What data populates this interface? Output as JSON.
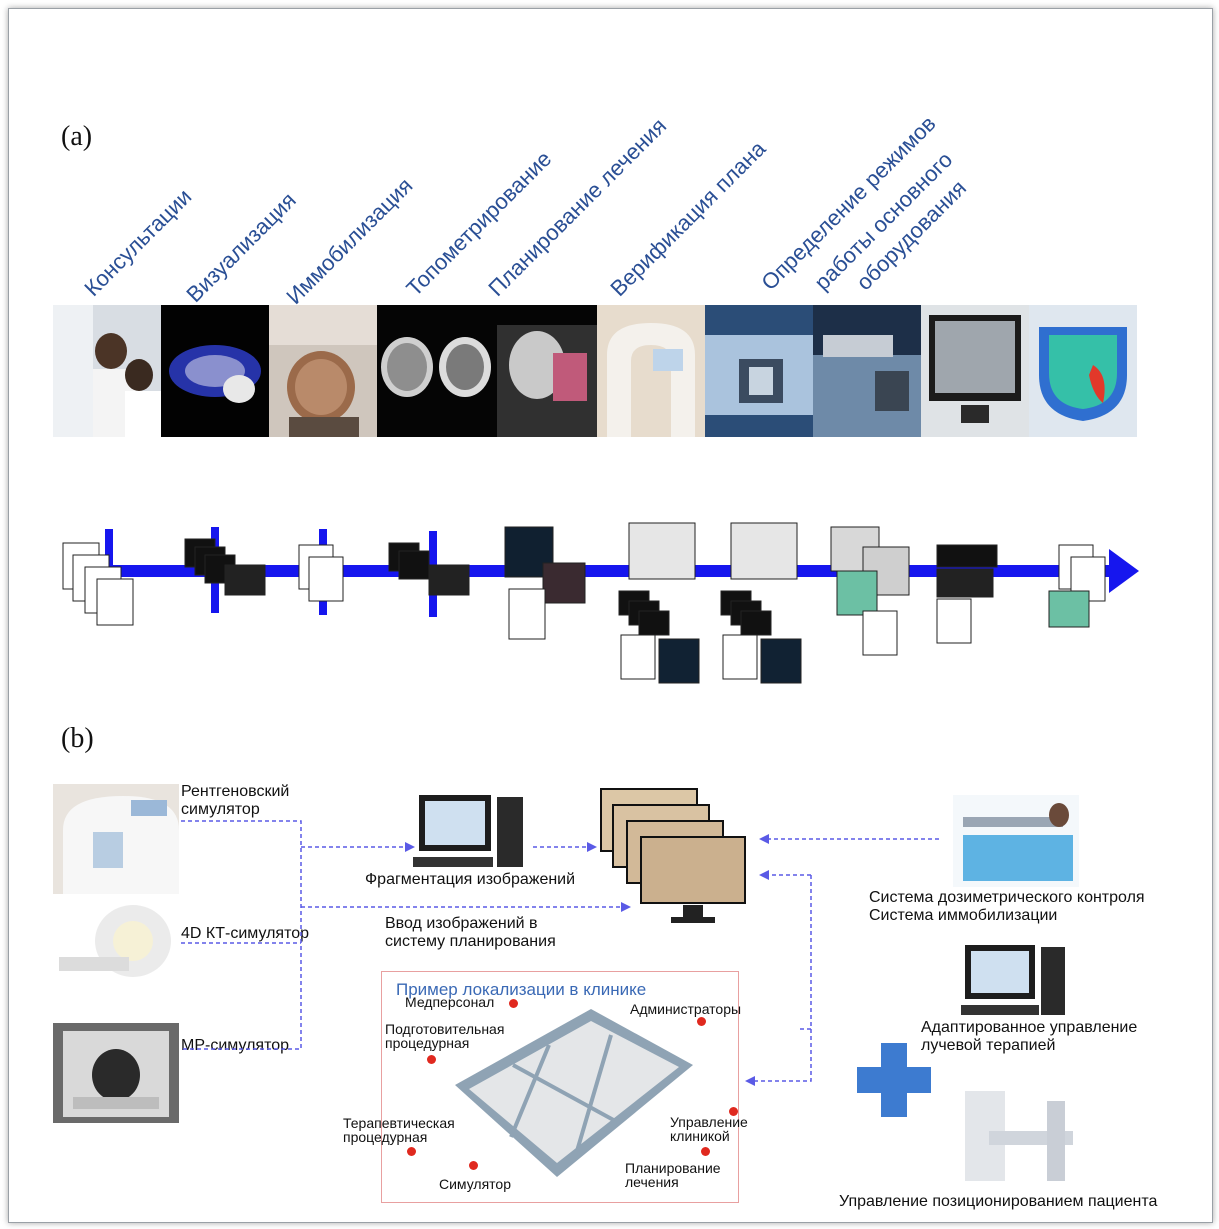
{
  "panel_a": {
    "label": "(a)",
    "stages": [
      "Консультации",
      "Визуализация",
      "Иммобилизация",
      "Топометрирование",
      "Планирование лечения",
      "Верификация плана",
      "Определение режимов",
      "работы основного",
      "оборудования"
    ]
  },
  "panel_b": {
    "label": "(b)",
    "sources": [
      "Рентгеновский",
      "симулятор",
      "4D КТ-симулятор",
      "МР-симулятор"
    ],
    "fragmentation": "Фрагментация изображений",
    "input_line1": "Ввод изображений в",
    "input_line2": "систему планирования",
    "clinic_title": "Пример локализации в клинике",
    "rooms": [
      "Медперсонал",
      "Администраторы",
      "Подготовительная",
      "процедурная",
      "Терапевтическая",
      "процедурная",
      "Управление",
      "клиникой",
      "Планирование",
      "лечения",
      "Симулятор"
    ],
    "right_captions": [
      "Система дозиметрического контроля",
      "Система иммобилизации",
      "Адаптированное управление",
      "лучевой терапией",
      "Управление позиционированием пациента"
    ]
  },
  "colors": {
    "accent_blue": "#2a4f95",
    "arrow_blue": "#1616ee",
    "dashed": "#5a5ae6",
    "plus": "#3d7bd0",
    "clinic_border": "#e8a0a0",
    "marker": "#e0291f"
  }
}
